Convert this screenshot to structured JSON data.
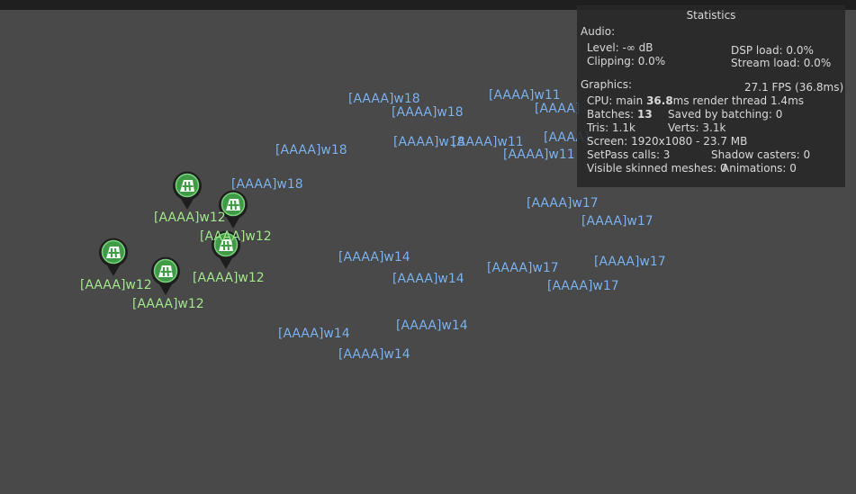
{
  "scene_labels": {
    "w18": [
      "[AAAA]w18",
      "[AAAA]w18",
      "[AAAA]w18",
      "[AAAA]w18",
      "[AAAA]w18"
    ],
    "w11": [
      "[AAAA]w11",
      "[AAAA]w11",
      "[AAAA]w11",
      "[AAAA]",
      "[AAAA]"
    ],
    "w17": [
      "[AAAA]w17",
      "[AAAA]w17",
      "[AAAA]w17",
      "[AAAA]w17",
      "[AAAA]w17"
    ],
    "w14": [
      "[AAAA]w14",
      "[AAAA]w14",
      "[AAAA]w14",
      "[AAAA]w14",
      "[AAAA]w14"
    ],
    "w12": [
      "[AAAA]w12",
      "[AAAA]w12",
      "[AAAA]w12",
      "[AAAA]w12",
      "[AAAA]w12"
    ]
  },
  "markers": {
    "icon": "green-map-pin-icon",
    "color": "#3f9b45",
    "ring_color": "#1e1e1e",
    "count": 5
  },
  "stats": {
    "title": "Statistics",
    "audio_header": "Audio:",
    "level": "Level: -∞ dB",
    "clipping": "Clipping: 0.0%",
    "dsp_load": "DSP load: 0.0%",
    "stream_load": "Stream load: 0.0%",
    "graphics_header": "Graphics:",
    "fps": "27.1 FPS (36.8ms)",
    "cpu_prefix": "CPU: main ",
    "cpu_main_value": "36.8",
    "cpu_suffix": "ms  render thread 1.4ms",
    "batches_prefix": "Batches: ",
    "batches_value": "13",
    "saved_by_batching": "Saved by batching: 0",
    "tris": "Tris: 1.1k",
    "verts": "Verts: 3.1k",
    "screen": "Screen: 1920x1080 - 23.7 MB",
    "setpass_calls": "SetPass calls: 3",
    "shadow_casters": "Shadow casters: 0",
    "visible_skinned": "Visible skinned meshes: 0",
    "animations": "Animations: 0"
  }
}
